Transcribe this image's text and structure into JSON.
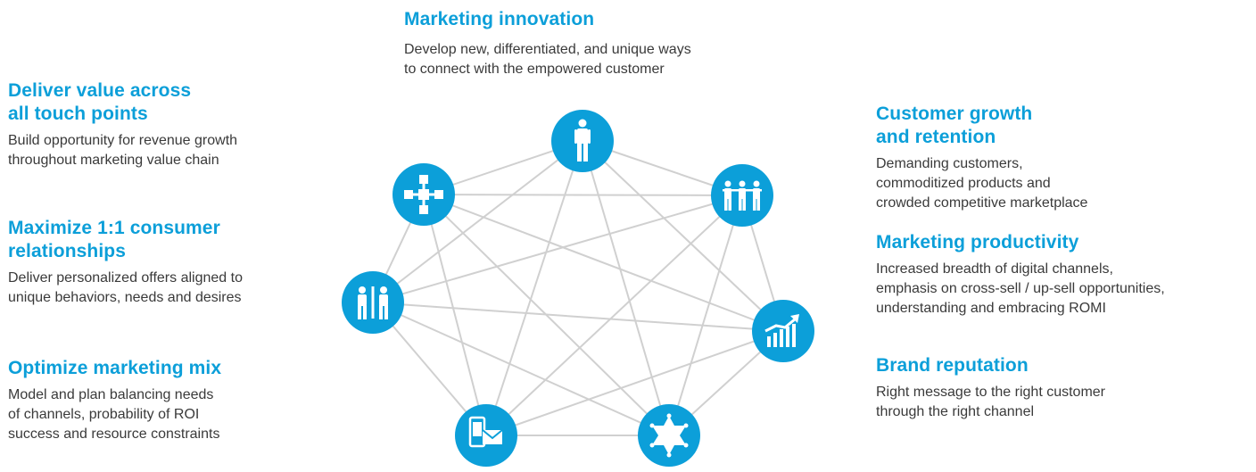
{
  "top": {
    "title": "Marketing innovation",
    "desc": [
      "Develop new, differentiated, and unique ways",
      "to connect with the empowered customer"
    ]
  },
  "left": [
    {
      "title": [
        "Deliver value across",
        "all touch points"
      ],
      "desc": [
        "Build opportunity for revenue growth",
        "throughout marketing value chain"
      ]
    },
    {
      "title": [
        "Maximize 1:1 consumer",
        "relationships"
      ],
      "desc": [
        "Deliver personalized offers aligned to",
        "unique behaviors, needs and desires"
      ]
    },
    {
      "title": [
        "Optimize marketing mix"
      ],
      "desc": [
        "Model and plan balancing needs",
        "of channels, probability of ROI",
        "success and resource constraints"
      ]
    }
  ],
  "right": [
    {
      "title": [
        "Customer growth",
        "and retention"
      ],
      "desc": [
        "Demanding customers,",
        "commoditized products and",
        "crowded competitive marketplace"
      ]
    },
    {
      "title": [
        "Marketing productivity"
      ],
      "desc": [
        "Increased breadth of digital channels,",
        "emphasis on cross-sell / up-sell opportunities,",
        "understanding and embracing ROMI"
      ]
    },
    {
      "title": [
        "Brand reputation"
      ],
      "desc": [
        "Right message to the right customer",
        "through the right channel"
      ]
    }
  ],
  "colors": {
    "accent": "#0c9fd9",
    "line": "#d0d0d0",
    "text": "#3a3a3a"
  },
  "nodes": [
    {
      "icon": "person-icon"
    },
    {
      "icon": "team-icon"
    },
    {
      "icon": "growth-chart-icon"
    },
    {
      "icon": "sheriff-star-icon"
    },
    {
      "icon": "mobile-mail-icon"
    },
    {
      "icon": "relationship-icon"
    },
    {
      "icon": "network-flow-icon"
    }
  ]
}
